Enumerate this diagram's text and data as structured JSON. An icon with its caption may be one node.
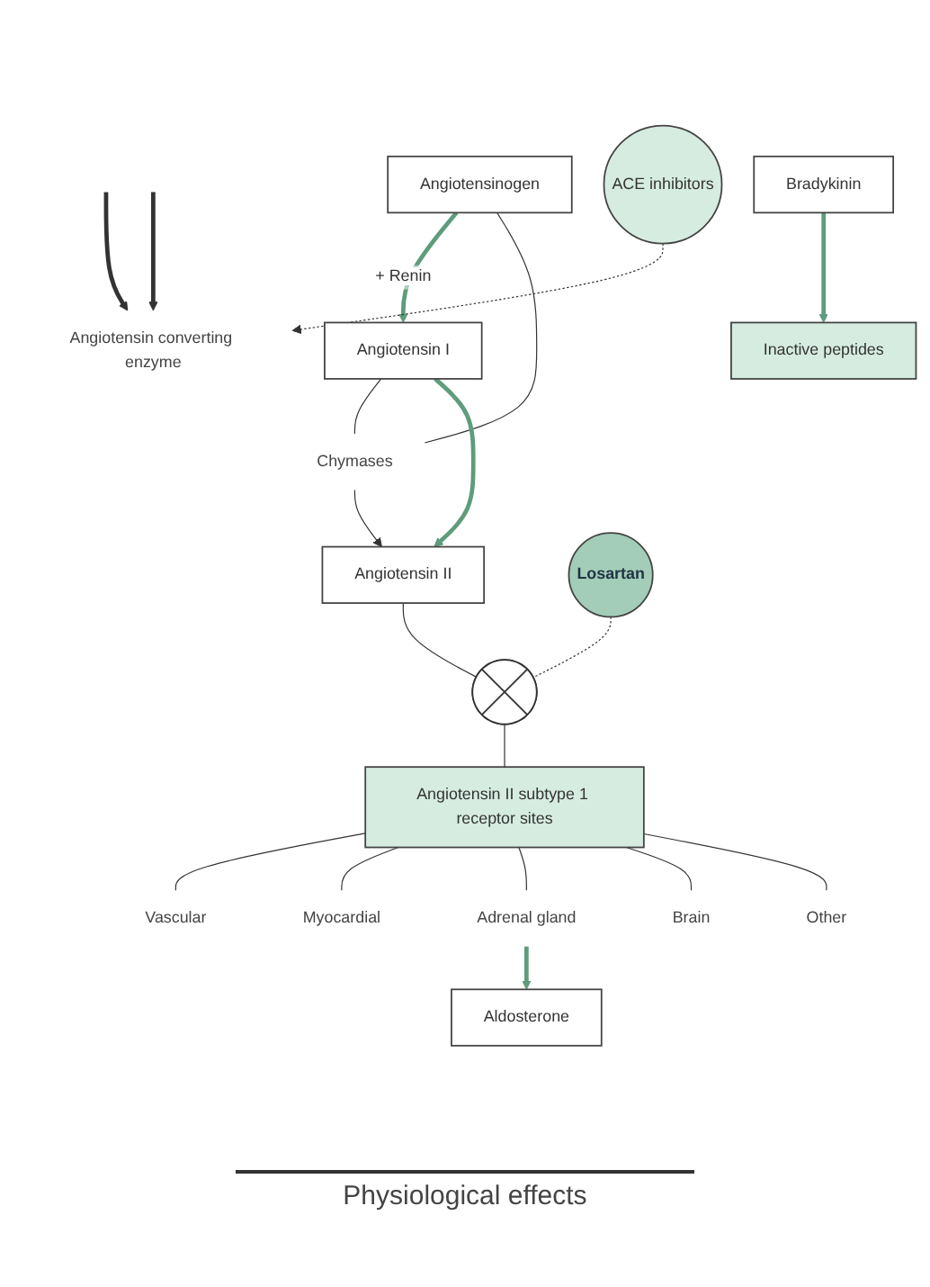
{
  "diagram": {
    "nodes": [
      {
        "text": [
          "Angiotensinogen"
        ]
      },
      {
        "text": [
          "Angiotensin I"
        ]
      },
      {
        "text": [
          "Chymases"
        ]
      },
      {
        "text": [
          "Angiotensin II"
        ]
      },
      {
        "text": [
          "Angiotensin converting enzyme"
        ]
      },
      {
        "text": [
          "Bradykinin"
        ]
      },
      {
        "text": [
          "Inactive peptides"
        ]
      },
      {
        "text": [
          "Losartan"
        ]
      },
      {
        "text": [
          "ACE inhibitors"
        ]
      },
      {
        "text": [],
        "shape": "cross"
      },
      {
        "text": [
          "Angiotensin II subtype 1 receptor sites"
        ]
      },
      {
        "text": [
          "Vascular"
        ]
      },
      {
        "text": [
          "Myocardial"
        ]
      },
      {
        "text": [
          "Adrenal gland"
        ]
      },
      {
        "text": [
          "Brain"
        ]
      },
      {
        "text": [
          "Other"
        ]
      },
      {
        "text": [
          "Aldosterone"
        ]
      }
    ],
    "edges": [
      {
        "from": 0,
        "to": 1,
        "arrow": "to",
        "label": "+ Renin",
        "style": "thick",
        "color": "#5e9c7c"
      },
      {
        "from": 0,
        "to": 2,
        "arrow": "none"
      },
      {
        "from": 1,
        "to": 2,
        "arrow": "none"
      },
      {
        "from": 2,
        "to": 3,
        "arrow": "to"
      },
      {
        "from": 1,
        "to": 3,
        "arrow": "to",
        "style": "thick",
        "color": "#5e9c7c"
      },
      {
        "from": null,
        "to": 4,
        "arrow": "to",
        "style": "thick"
      },
      {
        "from": null,
        "to": 4,
        "arrow": "to",
        "style": "thick"
      },
      {
        "from": 5,
        "to": 6,
        "arrow": "to",
        "style": "thick",
        "color": "#5e9c7c"
      },
      {
        "from": 8,
        "to": 4,
        "arrow": "to",
        "style": "dashed"
      },
      {
        "from": 3,
        "to": 9,
        "arrow": "none"
      },
      {
        "from": 7,
        "to": 9,
        "arrow": "none",
        "style": "dashed"
      },
      {
        "from": 9,
        "to": 10,
        "arrow": "none"
      },
      {
        "from": 10,
        "to": 11,
        "arrow": "none"
      },
      {
        "from": 10,
        "to": 12,
        "arrow": "none"
      },
      {
        "from": 10,
        "to": 13,
        "arrow": "none"
      },
      {
        "from": 10,
        "to": 14,
        "arrow": "none"
      },
      {
        "from": 10,
        "to": 15,
        "arrow": "none"
      },
      {
        "from": 13,
        "to": 16,
        "arrow": "to",
        "style": "thick",
        "color": "#5e9c7c"
      }
    ],
    "labels": [
      "Physiological effects"
    ]
  }
}
